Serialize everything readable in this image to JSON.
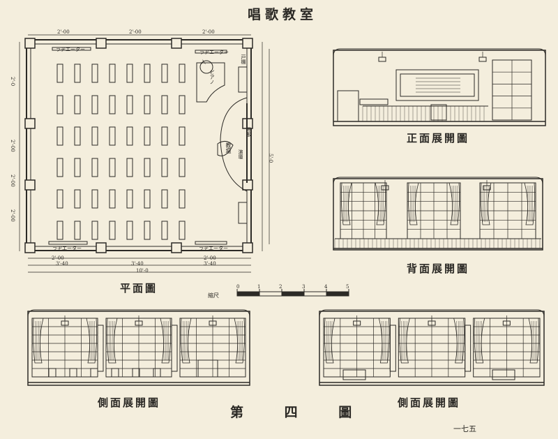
{
  "sheet": {
    "title": "唱歌教室",
    "figure_label": "第 四 圖",
    "page_number": "一七五",
    "paper_color": "#f4eedd",
    "ink_color": "#2c2a26"
  },
  "plan": {
    "caption": "平面圖",
    "dims_top": [
      "2'-00",
      "2'-00",
      "2'-00"
    ],
    "dims_bottom": [
      "2'-00",
      "3'-40",
      "3'-40",
      "2'-00",
      "3'-40"
    ],
    "dim_overall": "10'-0",
    "dims_left": [
      "2'-0",
      "2'-00",
      "2'-00",
      "2'-00"
    ],
    "dim_right": "5'-0",
    "radiator_labels": [
      "ラヂエーター",
      "ラヂエーター",
      "ラヂエーター",
      "ラヂエーター"
    ],
    "door_label": "入",
    "piano_label": "ピアノ",
    "stage_label": "教壇",
    "right_labels": [
      "戸棚",
      "黒板",
      "演壇"
    ]
  },
  "scale": {
    "label": "縮尺",
    "ticks": [
      "0",
      "1",
      "2",
      "3",
      "4",
      "5"
    ]
  },
  "elevations": {
    "front_caption": "正面展開圖",
    "back_caption": "背面展開圖",
    "side_left_caption": "側面展開圖",
    "side_right_caption": "側面展開圖"
  }
}
